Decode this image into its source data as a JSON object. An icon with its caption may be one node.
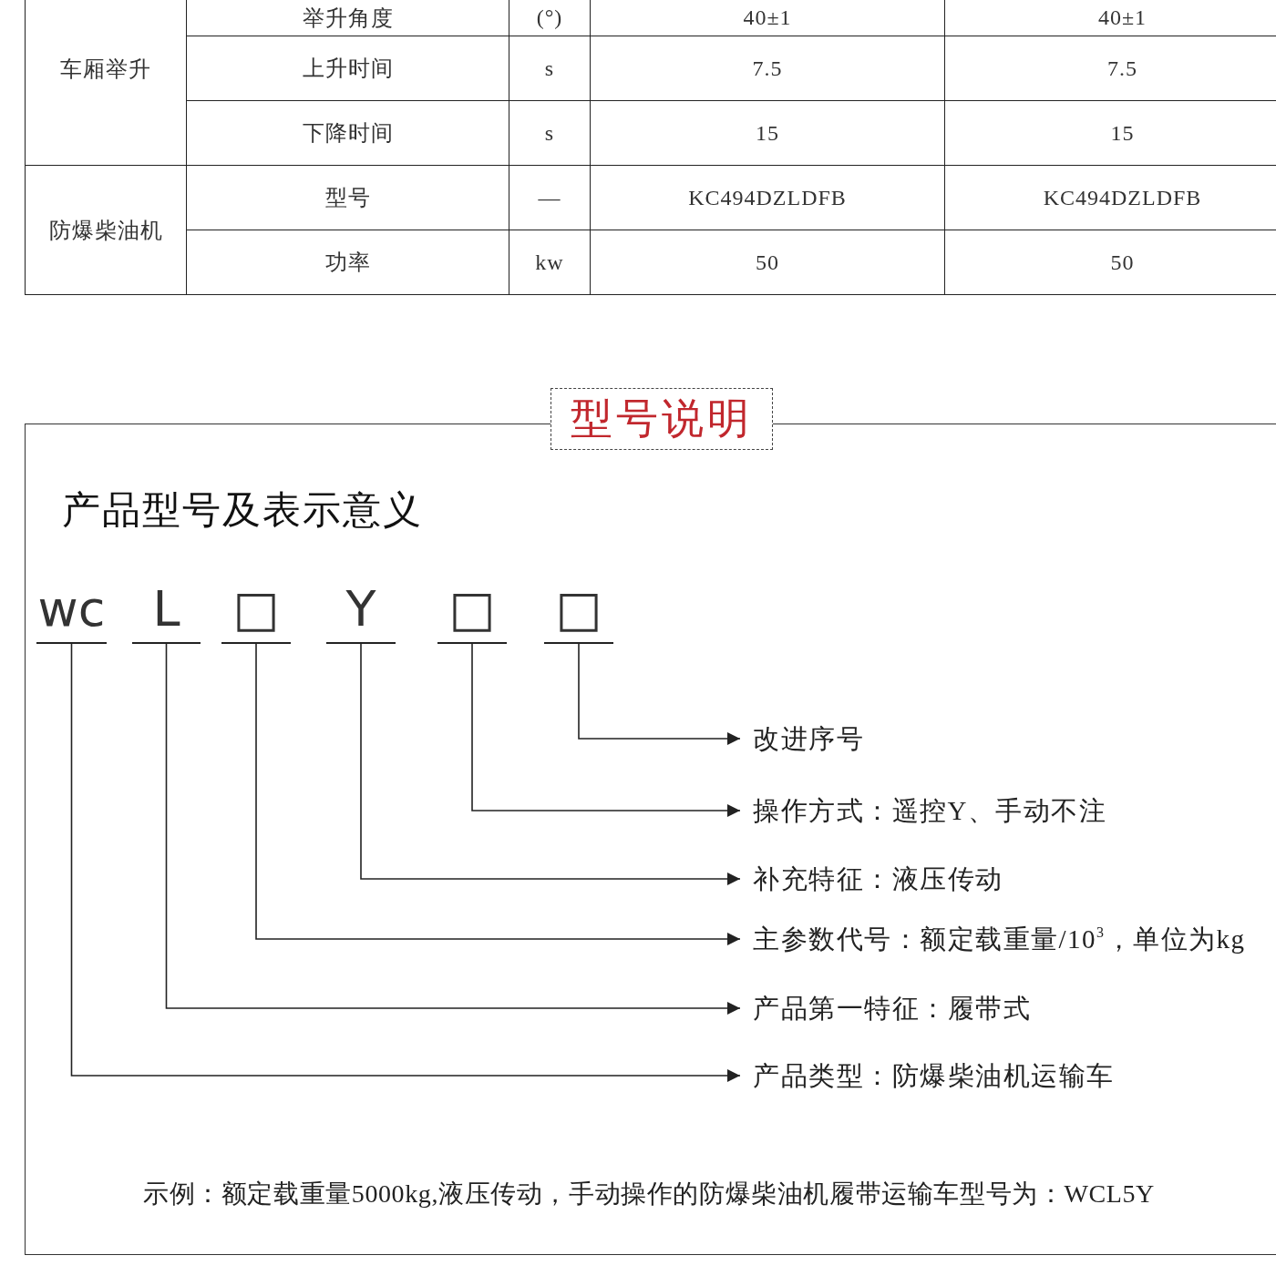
{
  "diagram": {
    "title": "型号说明",
    "nodes": [
      {
        "text": [
          "产品型号及表示意义",
          "示例：额定载重量5000kg,液压传动，手动操作的防爆柴油机履带运输车型号为：WCL5Y"
        ]
      },
      {
        "text": [
          "wc"
        ],
        "in": 0
      },
      {
        "text": [
          "L"
        ],
        "in": 0
      },
      {
        "text": [
          "□"
        ],
        "in": 0
      },
      {
        "text": [
          "Y"
        ],
        "in": 0
      },
      {
        "text": [
          "□"
        ],
        "in": 0
      },
      {
        "text": [
          "□"
        ],
        "in": 0
      },
      {
        "text": [
          "改进序号"
        ],
        "in": 0
      },
      {
        "text": [
          "操作方式：遥控Y、手动不注"
        ],
        "in": 0
      },
      {
        "text": [
          "补充特征：液压传动"
        ],
        "in": 0
      },
      {
        "text": [
          "主参数代号：额定载重量/10$^{3}$，单位为kg"
        ],
        "in": 0
      },
      {
        "text": [
          "产品第一特征：履带式"
        ],
        "in": 0
      },
      {
        "text": [
          "产品类型：防爆柴油机运输车"
        ],
        "in": 0
      }
    ],
    "edges": [
      {
        "from": 1,
        "to": 12,
        "arrow": "to"
      },
      {
        "from": 2,
        "to": 11,
        "arrow": "to"
      },
      {
        "from": 3,
        "to": 10,
        "arrow": "to"
      },
      {
        "from": 4,
        "to": 9,
        "arrow": "to"
      },
      {
        "from": 5,
        "to": 8,
        "arrow": "to"
      },
      {
        "from": 6,
        "to": 7,
        "arrow": "to"
      }
    ],
    "labels": [
      "车厢举升",
      "举升角度",
      "(°)",
      "40±1",
      "40±1",
      "上升时间",
      "s",
      "7.5",
      "7.5",
      "下降时间",
      "s",
      "15",
      "15",
      "防爆柴油机",
      "型号",
      "—",
      "KC494DZLDFB",
      "KC494DZLDFB",
      "功率",
      "kw",
      "50",
      "50"
    ]
  }
}
